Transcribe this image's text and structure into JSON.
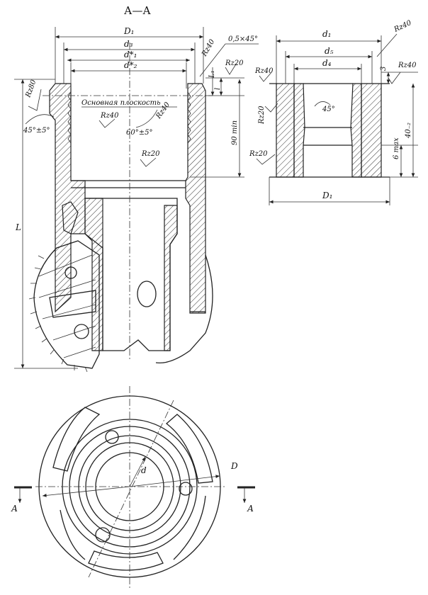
{
  "section_title": "А—А",
  "labels": {
    "D1": "D₁",
    "d3": "d₃",
    "d1star": "d*₁",
    "d2star": "d*₂",
    "chamfer": "0,5×45°",
    "L1": "L₁",
    "l": "l",
    "L": "L",
    "base_plane": "Основная плоскость",
    "min90": "90 min",
    "angle45": "45°±5°",
    "angle60": "60°±5°",
    "r_d1": "d₁",
    "r_d5": "d₅",
    "r_d4": "d₄",
    "r_D1": "D₁",
    "r_3": "3",
    "r_40": "40₋₂",
    "r_6max": "6 max",
    "r_45": "45°",
    "D": "D",
    "d": "d",
    "cut_a_left": "А",
    "cut_a_right": "А"
  },
  "roughness": {
    "rz80": "Rz80",
    "rz40_top": "Rz40",
    "rz20_top": "Rz20",
    "rz40_inner": "Rz40",
    "rz40_cone": "Rz40",
    "rz20_inner": "Rz20",
    "r_rz40_tr": "Rz40",
    "r_rz40_r": "Rz40",
    "r_rz40_l": "Rz40",
    "r_rz20_l1": "Rz20",
    "r_rz20_l2": "Rz20"
  }
}
